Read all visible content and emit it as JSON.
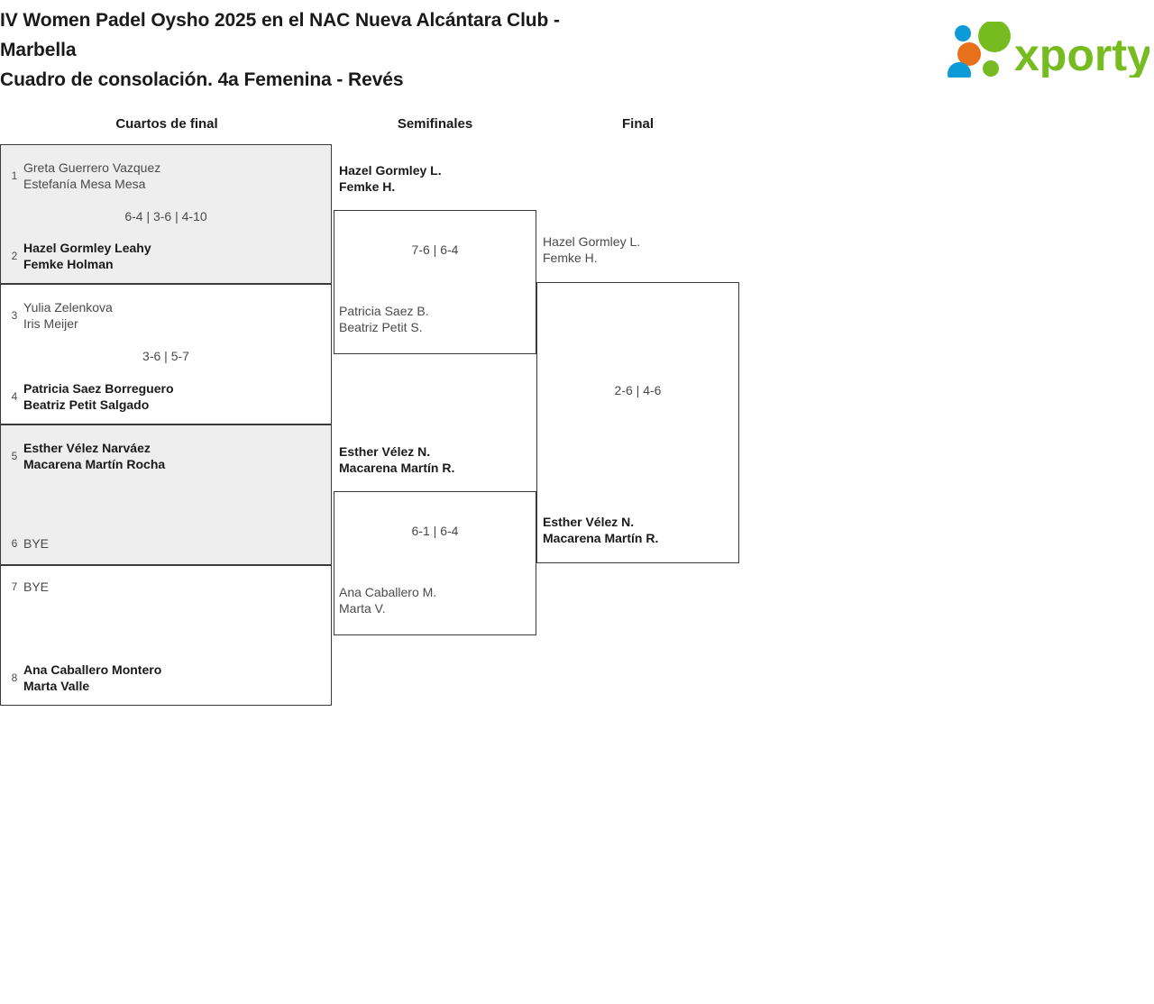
{
  "header": {
    "title_line1": "IV Women Padel Oysho 2025 en el NAC Nueva Alcántara Club -",
    "title_line2": "Marbella",
    "title_line3": "Cuadro de consolación. 4a Femenina - Revés"
  },
  "logo": {
    "name": "xporty-logo",
    "wordmark": "xporty",
    "colors": {
      "green": "#76bc21",
      "blue": "#0c9bd7",
      "orange": "#e8701a"
    }
  },
  "rounds": [
    {
      "label": "Cuartos de final"
    },
    {
      "label": "Semifinales"
    },
    {
      "label": "Final"
    }
  ],
  "quarterfinals": [
    {
      "shaded": true,
      "score": "6-4 | 3-6 | 4-10",
      "top": {
        "seed": "1",
        "p1": "Greta Guerrero Vazquez",
        "p2": "Estefanía Mesa Mesa",
        "winner": false
      },
      "bottom": {
        "seed": "2",
        "p1": "Hazel Gormley Leahy",
        "p2": "Femke Holman",
        "winner": true
      }
    },
    {
      "shaded": false,
      "score": "3-6 | 5-7",
      "top": {
        "seed": "3",
        "p1": "Yulia Zelenkova",
        "p2": "Iris Meijer",
        "winner": false
      },
      "bottom": {
        "seed": "4",
        "p1": "Patricia Saez Borreguero",
        "p2": "Beatriz Petit Salgado",
        "winner": true
      }
    },
    {
      "shaded": true,
      "score": "",
      "top": {
        "seed": "5",
        "p1": "Esther Vélez Narváez",
        "p2": "Macarena Martín Rocha",
        "winner": true
      },
      "bottom": {
        "seed": "6",
        "p1": "BYE",
        "p2": "",
        "winner": false
      }
    },
    {
      "shaded": false,
      "score": "",
      "top": {
        "seed": "7",
        "p1": "BYE",
        "p2": "",
        "winner": false
      },
      "bottom": {
        "seed": "8",
        "p1": "Ana Caballero Montero",
        "p2": "Marta Valle",
        "winner": true
      }
    }
  ],
  "semifinals": [
    {
      "score": "7-6 | 6-4",
      "top": {
        "p1": "Hazel Gormley L.",
        "p2": "Femke H.",
        "winner": true
      },
      "bottom": {
        "p1": "Patricia Saez B.",
        "p2": "Beatriz Petit S.",
        "winner": false
      }
    },
    {
      "score": "6-1 | 6-4",
      "top": {
        "p1": "Esther Vélez N.",
        "p2": "Macarena Martín R.",
        "winner": true
      },
      "bottom": {
        "p1": "Ana Caballero M.",
        "p2": "Marta V.",
        "winner": false
      }
    }
  ],
  "final": {
    "score": "2-6 | 4-6",
    "top": {
      "p1": "Hazel Gormley L.",
      "p2": "Femke H.",
      "winner": false
    },
    "bottom": {
      "p1": "Esther Vélez N.",
      "p2": "Macarena Martín R.",
      "winner": true
    }
  }
}
